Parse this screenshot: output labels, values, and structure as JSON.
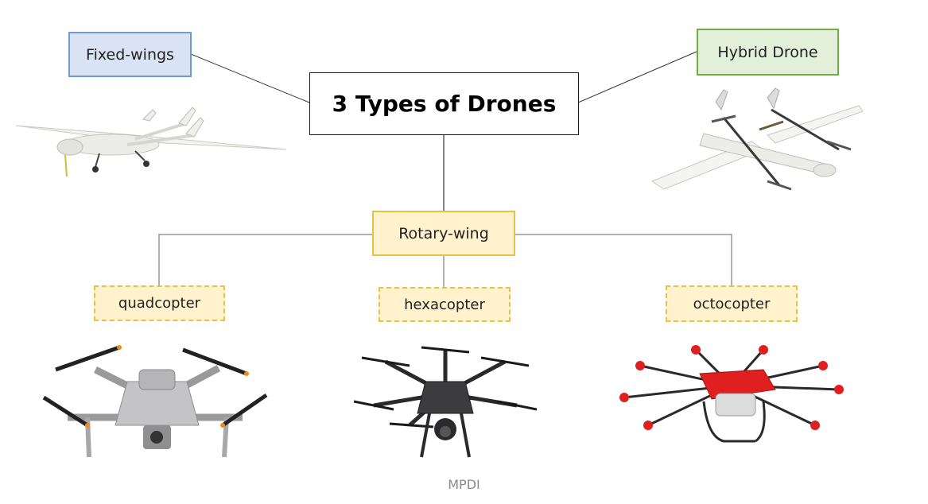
{
  "title": "3 Types of Drones",
  "types": {
    "fixed_wing": "Fixed-wings",
    "hybrid": "Hybrid Drone",
    "rotary": "Rotary-wing"
  },
  "rotary_subtypes": [
    "quadcopter",
    "hexacopter",
    "octocopter"
  ],
  "colors": {
    "fixed_wing_fill": "#dae3f3",
    "fixed_wing_border": "#6f9ad3",
    "hybrid_fill": "#e2f0d9",
    "hybrid_border": "#70ad47",
    "rotary_fill": "#fff2cc",
    "rotary_border": "#e8c341",
    "octocopter_accent": "#e02020",
    "quadcopter_prop_tip": "#f08a1c"
  },
  "icons": [
    "fixed-wing-drone-image",
    "hybrid-vtol-drone-image",
    "quadcopter-drone-image",
    "hexacopter-drone-image",
    "octocopter-drone-image"
  ],
  "watermark": "MPDI"
}
